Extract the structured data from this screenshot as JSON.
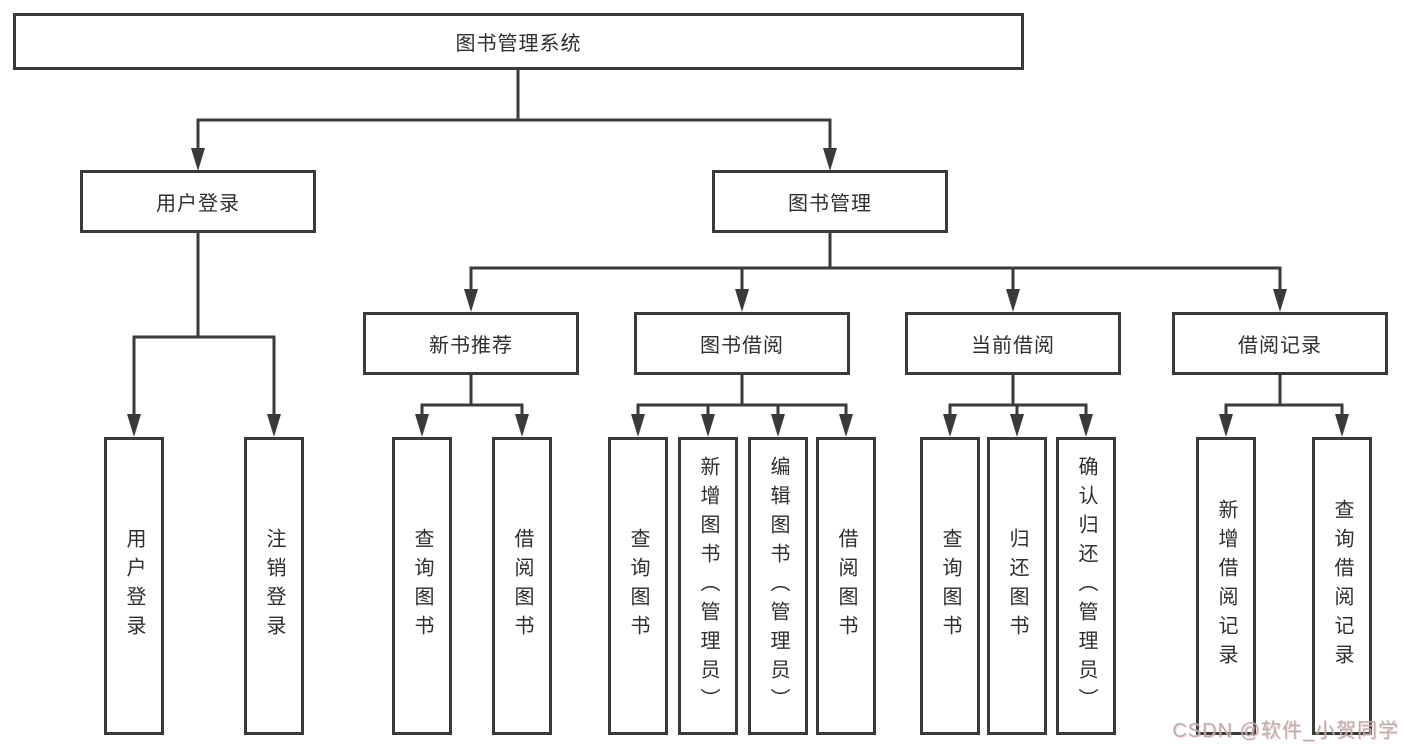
{
  "colors": {
    "line": "#3a3a3a",
    "box_border": "#3a3a3a",
    "background": "#ffffff",
    "text": "#2e2e2e",
    "watermark": "#b5b0b0"
  },
  "diagram": {
    "root": {
      "label": "图书管理系统"
    },
    "branches": [
      {
        "label": "用户登录",
        "children": [
          {
            "label": "用户登录"
          },
          {
            "label": "注销登录"
          }
        ]
      },
      {
        "label": "图书管理",
        "children": [
          {
            "label": "新书推荐",
            "children": [
              {
                "label": "查询图书"
              },
              {
                "label": "借阅图书"
              }
            ]
          },
          {
            "label": "图书借阅",
            "children": [
              {
                "label": "查询图书"
              },
              {
                "label": "新增图书（管理员）"
              },
              {
                "label": "编辑图书（管理员）"
              },
              {
                "label": "借阅图书"
              }
            ]
          },
          {
            "label": "当前借阅",
            "children": [
              {
                "label": "查询图书"
              },
              {
                "label": "归还图书"
              },
              {
                "label": "确认归还（管理员）"
              }
            ]
          },
          {
            "label": "借阅记录",
            "children": [
              {
                "label": "新增借阅记录"
              },
              {
                "label": "查询借阅记录"
              }
            ]
          }
        ]
      }
    ]
  },
  "watermark": {
    "text": "CSDN @软件_小贺同学"
  }
}
